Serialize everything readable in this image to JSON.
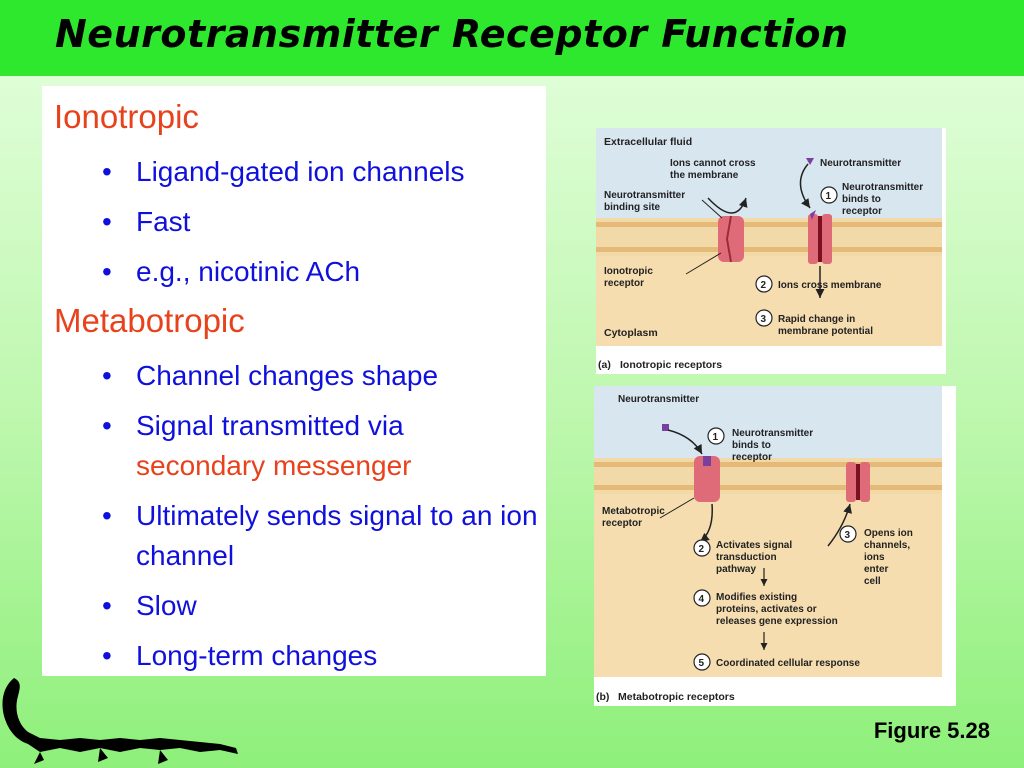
{
  "title": "Neurotransmitter Receptor Function",
  "sections": [
    {
      "heading": "Ionotropic",
      "bullets": [
        "Ligand-gated ion channels",
        "Fast",
        "e.g., nicotinic ACh"
      ]
    },
    {
      "heading": "Metabotropic",
      "bullets": [
        "Channel changes shape",
        {
          "text": "Signal transmitted via",
          "highlight": "secondary messenger"
        },
        "Ultimately sends signal to an ion channel",
        "Slow",
        "Long-term changes"
      ]
    }
  ],
  "figure_a": {
    "extracellular": "Extracellular fluid",
    "ions_cannot_cross": "Ions cannot cross the membrane",
    "neurotransmitter": "Neurotransmitter",
    "binding_site": "Neurotransmitter binding site",
    "step1": "Neurotransmitter binds to receptor",
    "receptor": "Ionotropic receptor",
    "step2": "Ions cross membrane",
    "step3": "Rapid change in membrane potential",
    "cytoplasm": "Cytoplasm",
    "caption_letter": "(a)",
    "caption": "Ionotropic receptors"
  },
  "figure_b": {
    "neurotransmitter": "Neurotransmitter",
    "step1": "Neurotransmitter binds to receptor",
    "receptor": "Metabotropic receptor",
    "step2": "Activates signal transduction pathway",
    "step3": "Opens ion channels, ions enter cell",
    "step4": "Modifies existing proteins, activates or releases gene expression",
    "step5": "Coordinated cellular response",
    "caption_letter": "(b)",
    "caption": "Metabotropic receptors"
  },
  "figure_number": "Figure 5.28",
  "colors": {
    "title_bar": "#2ee82e",
    "heading": "#e8421c",
    "bullet": "#1010dd"
  }
}
